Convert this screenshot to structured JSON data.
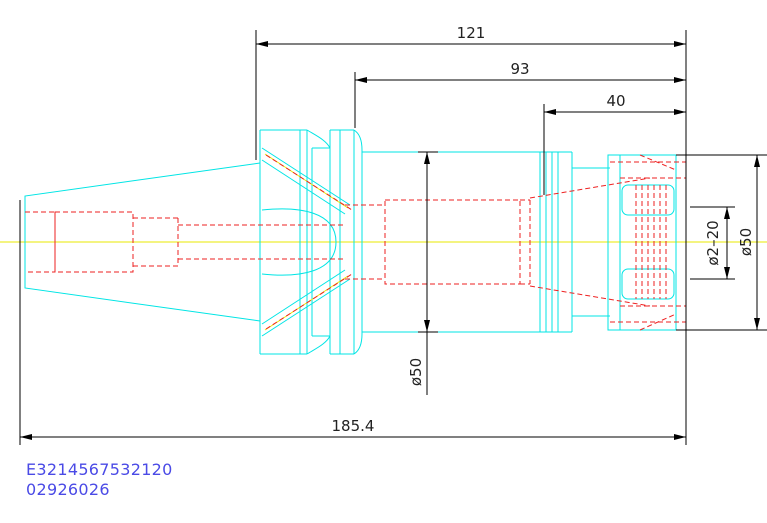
{
  "drawing": {
    "dimensions": {
      "length_121": "121",
      "length_93": "93",
      "length_40": "40",
      "length_overall": "185.4",
      "dia_body": "ø50",
      "dia_nut": "ø50",
      "dia_collet_range": "ø2–20"
    },
    "part_code": "E3214567532120",
    "serial": "02926026",
    "colors": {
      "outline": "#00e5e5",
      "hidden": "#ee2222",
      "centerline": "#e8e800",
      "dimension": "#000000",
      "code_text": "#4a4ae6"
    }
  }
}
